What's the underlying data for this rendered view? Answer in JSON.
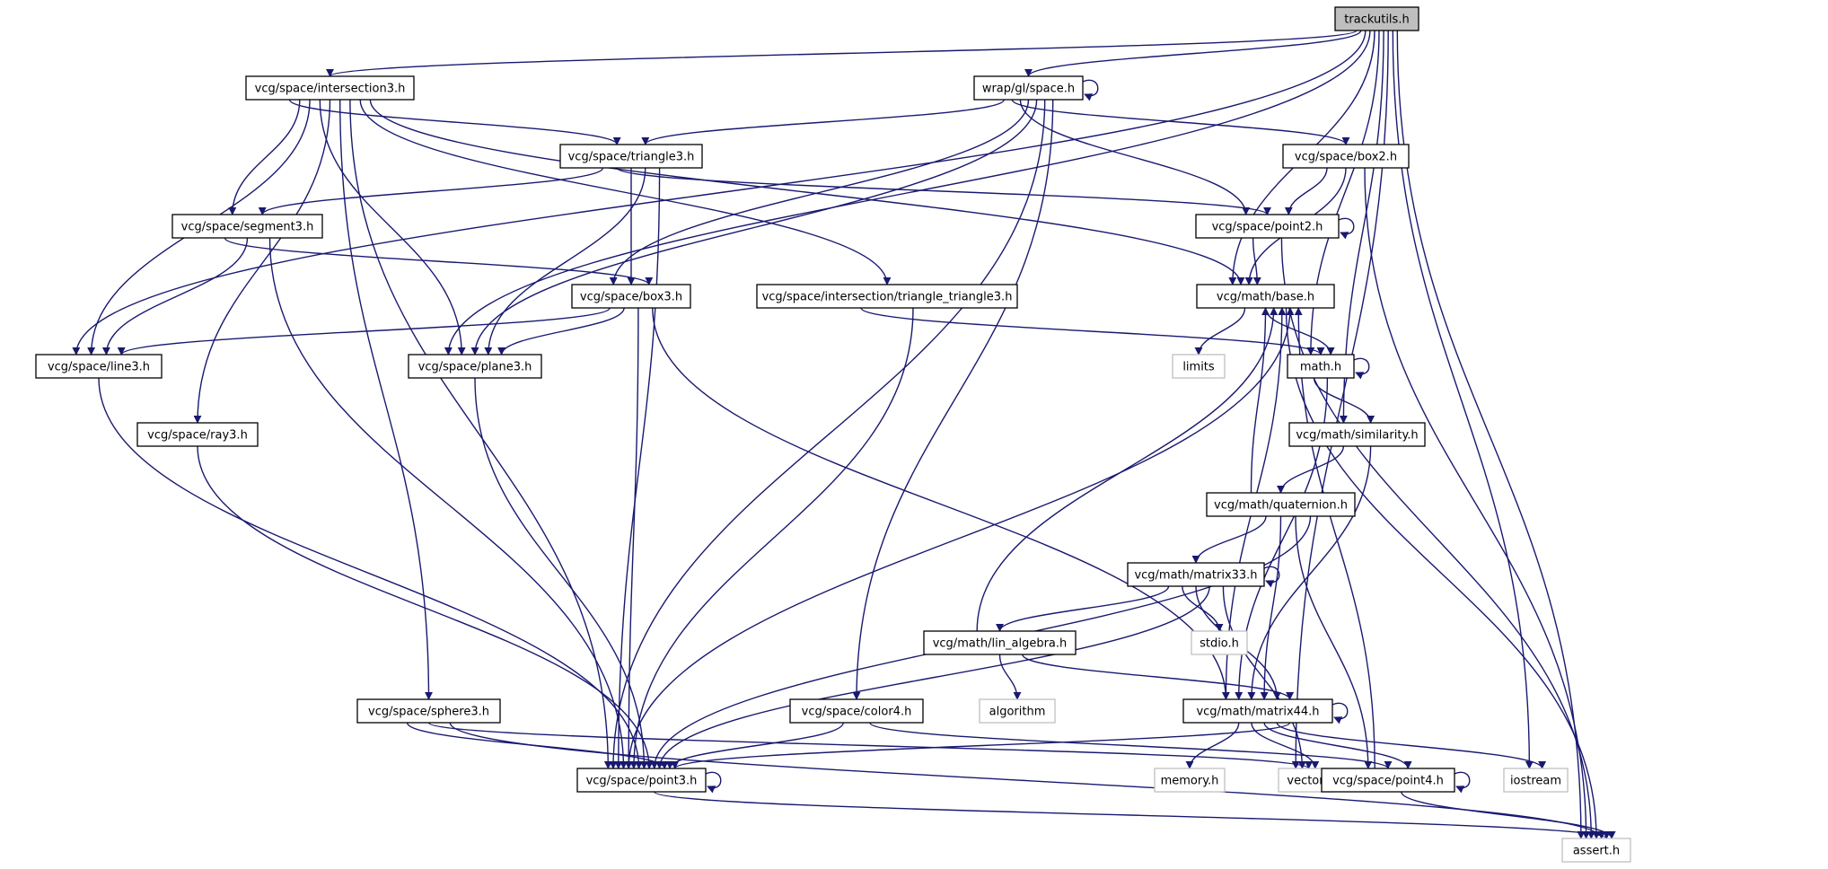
{
  "graph": {
    "type": "include-dependency-graph",
    "colors": {
      "edge": "#191970",
      "project_border": "#000000",
      "external_border": "#bfbfbf",
      "root_fill": "#bfbfbf",
      "node_fill": "#ffffff"
    },
    "nodes": [
      {
        "id": "trackutils",
        "label": "trackutils.h",
        "kind": "root"
      },
      {
        "id": "intersection3",
        "label": "vcg/space/intersection3.h",
        "kind": "project"
      },
      {
        "id": "wrapspace",
        "label": "wrap/gl/space.h",
        "kind": "project"
      },
      {
        "id": "triangle3",
        "label": "vcg/space/triangle3.h",
        "kind": "project"
      },
      {
        "id": "box2",
        "label": "vcg/space/box2.h",
        "kind": "project"
      },
      {
        "id": "segment3",
        "label": "vcg/space/segment3.h",
        "kind": "project"
      },
      {
        "id": "point2",
        "label": "vcg/space/point2.h",
        "kind": "project"
      },
      {
        "id": "box3",
        "label": "vcg/space/box3.h",
        "kind": "project"
      },
      {
        "id": "tri_tri3",
        "label": "vcg/space/intersection/triangle_triangle3.h",
        "kind": "project"
      },
      {
        "id": "base",
        "label": "vcg/math/base.h",
        "kind": "project"
      },
      {
        "id": "line3",
        "label": "vcg/space/line3.h",
        "kind": "project"
      },
      {
        "id": "plane3",
        "label": "vcg/space/plane3.h",
        "kind": "project"
      },
      {
        "id": "limits",
        "label": "limits",
        "kind": "external"
      },
      {
        "id": "mathh",
        "label": "math.h",
        "kind": "project"
      },
      {
        "id": "ray3",
        "label": "vcg/space/ray3.h",
        "kind": "project"
      },
      {
        "id": "similarity",
        "label": "vcg/math/similarity.h",
        "kind": "project"
      },
      {
        "id": "quaternion",
        "label": "vcg/math/quaternion.h",
        "kind": "project"
      },
      {
        "id": "matrix33",
        "label": "vcg/math/matrix33.h",
        "kind": "project"
      },
      {
        "id": "lin_algebra",
        "label": "vcg/math/lin_algebra.h",
        "kind": "project"
      },
      {
        "id": "stdio",
        "label": "stdio.h",
        "kind": "external"
      },
      {
        "id": "algorithm",
        "label": "algorithm",
        "kind": "external"
      },
      {
        "id": "sphere3",
        "label": "vcg/space/sphere3.h",
        "kind": "project"
      },
      {
        "id": "color4",
        "label": "vcg/space/color4.h",
        "kind": "project"
      },
      {
        "id": "matrix44",
        "label": "vcg/math/matrix44.h",
        "kind": "project"
      },
      {
        "id": "point3",
        "label": "vcg/space/point3.h",
        "kind": "project"
      },
      {
        "id": "memory",
        "label": "memory.h",
        "kind": "external"
      },
      {
        "id": "vector",
        "label": "vector",
        "kind": "external"
      },
      {
        "id": "point4",
        "label": "vcg/space/point4.h",
        "kind": "project"
      },
      {
        "id": "iostream",
        "label": "iostream",
        "kind": "external"
      },
      {
        "id": "assert",
        "label": "assert.h",
        "kind": "external"
      }
    ],
    "edges": [
      [
        "trackutils",
        "intersection3"
      ],
      [
        "trackutils",
        "wrapspace"
      ],
      [
        "trackutils",
        "line3"
      ],
      [
        "trackutils",
        "plane3"
      ],
      [
        "trackutils",
        "base"
      ],
      [
        "trackutils",
        "mathh"
      ],
      [
        "trackutils",
        "similarity"
      ],
      [
        "trackutils",
        "vector"
      ],
      [
        "trackutils",
        "iostream"
      ],
      [
        "trackutils",
        "assert"
      ],
      [
        "intersection3",
        "triangle3"
      ],
      [
        "intersection3",
        "segment3"
      ],
      [
        "intersection3",
        "line3"
      ],
      [
        "intersection3",
        "plane3"
      ],
      [
        "intersection3",
        "ray3"
      ],
      [
        "intersection3",
        "sphere3"
      ],
      [
        "intersection3",
        "point3"
      ],
      [
        "intersection3",
        "tri_tri3"
      ],
      [
        "intersection3",
        "base"
      ],
      [
        "wrapspace",
        "wrapspace"
      ],
      [
        "wrapspace",
        "triangle3"
      ],
      [
        "wrapspace",
        "box2"
      ],
      [
        "wrapspace",
        "point2"
      ],
      [
        "wrapspace",
        "box3"
      ],
      [
        "wrapspace",
        "plane3"
      ],
      [
        "wrapspace",
        "point3"
      ],
      [
        "wrapspace",
        "color4"
      ],
      [
        "triangle3",
        "segment3"
      ],
      [
        "triangle3",
        "point2"
      ],
      [
        "triangle3",
        "box3"
      ],
      [
        "triangle3",
        "plane3"
      ],
      [
        "triangle3",
        "point3"
      ],
      [
        "box2",
        "point2"
      ],
      [
        "box2",
        "base"
      ],
      [
        "box2",
        "assert"
      ],
      [
        "segment3",
        "box3"
      ],
      [
        "segment3",
        "line3"
      ],
      [
        "segment3",
        "point3"
      ],
      [
        "point2",
        "point2"
      ],
      [
        "point2",
        "base"
      ],
      [
        "point2",
        "assert"
      ],
      [
        "box3",
        "line3"
      ],
      [
        "box3",
        "plane3"
      ],
      [
        "box3",
        "point3"
      ],
      [
        "box3",
        "matrix44"
      ],
      [
        "tri_tri3",
        "mathh"
      ],
      [
        "tri_tri3",
        "point3"
      ],
      [
        "base",
        "limits"
      ],
      [
        "base",
        "mathh"
      ],
      [
        "base",
        "assert"
      ],
      [
        "line3",
        "point3"
      ],
      [
        "plane3",
        "point3"
      ],
      [
        "ray3",
        "point3"
      ],
      [
        "mathh",
        "mathh"
      ],
      [
        "mathh",
        "similarity"
      ],
      [
        "mathh",
        "matrix44"
      ],
      [
        "similarity",
        "quaternion"
      ],
      [
        "similarity",
        "matrix44"
      ],
      [
        "quaternion",
        "base"
      ],
      [
        "quaternion",
        "matrix33"
      ],
      [
        "quaternion",
        "matrix44"
      ],
      [
        "quaternion",
        "point4"
      ],
      [
        "quaternion",
        "point3"
      ],
      [
        "matrix33",
        "matrix33"
      ],
      [
        "matrix33",
        "lin_algebra"
      ],
      [
        "matrix33",
        "stdio"
      ],
      [
        "matrix33",
        "matrix44"
      ],
      [
        "matrix33",
        "point3"
      ],
      [
        "matrix33",
        "vector"
      ],
      [
        "lin_algebra",
        "base"
      ],
      [
        "lin_algebra",
        "algorithm"
      ],
      [
        "lin_algebra",
        "matrix44"
      ],
      [
        "sphere3",
        "point3"
      ],
      [
        "sphere3",
        "vector"
      ],
      [
        "sphere3",
        "assert"
      ],
      [
        "color4",
        "point3"
      ],
      [
        "color4",
        "point4"
      ],
      [
        "matrix44",
        "matrix44"
      ],
      [
        "matrix44",
        "base"
      ],
      [
        "matrix44",
        "memory"
      ],
      [
        "matrix44",
        "vector"
      ],
      [
        "matrix44",
        "point4"
      ],
      [
        "matrix44",
        "iostream"
      ],
      [
        "matrix44",
        "point3"
      ],
      [
        "point3",
        "point3"
      ],
      [
        "point3",
        "base"
      ],
      [
        "point3",
        "assert"
      ],
      [
        "point4",
        "point4"
      ],
      [
        "point4",
        "base"
      ],
      [
        "point4",
        "assert"
      ]
    ]
  }
}
